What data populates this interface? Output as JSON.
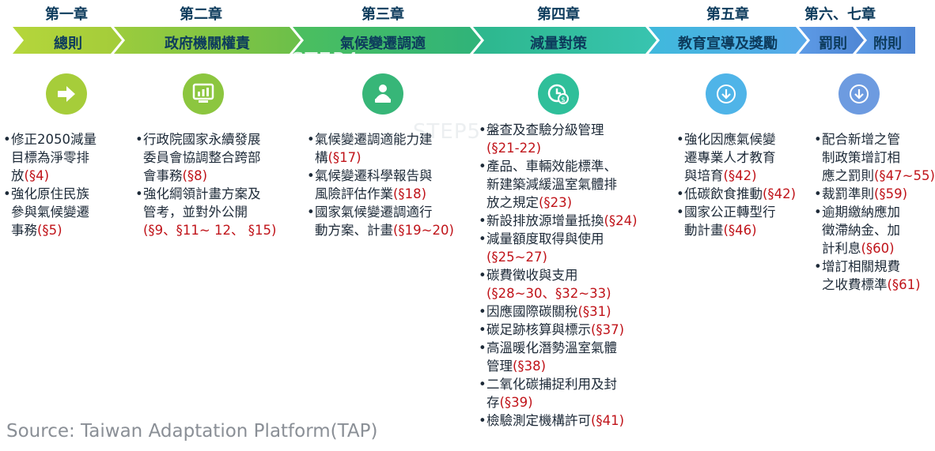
{
  "chapters": [
    {
      "heading": "第一章",
      "title": "總則"
    },
    {
      "heading": "第二章",
      "title": "政府機關權責"
    },
    {
      "heading": "第三章",
      "title": "氣候變遷調適"
    },
    {
      "heading": "第四章",
      "title": "減量對策"
    },
    {
      "heading": "第五章",
      "title": "教育宣導及獎勵"
    },
    {
      "heading": "第六、七章",
      "title": "罰則",
      "title2": "附則"
    }
  ],
  "ghost_text": {
    "step4": "STEP4",
    "step5": "STEP5"
  },
  "colors": {
    "ch1": "#a6cd3a",
    "ch2": "#8cc63f",
    "ch3": "#37b678",
    "ch4": "#2fbf9a",
    "ch5": "#4fb4e8",
    "ch6": "#5b8fd6",
    "ref": "#c0141a"
  },
  "icons": [
    "arrow-right-icon",
    "presentation-board-icon",
    "podium-speaker-icon",
    "clock-money-icon",
    "download-arrow-icon",
    "download-arrow-icon"
  ],
  "columns": [
    {
      "items": [
        {
          "lines": [
            "修正2050減量",
            "目標為淨零排",
            "放"
          ],
          "ref": "(§4)"
        },
        {
          "lines": [
            "強化原住民族",
            "參與氣候變遷",
            "事務"
          ],
          "ref": "(§5)"
        }
      ]
    },
    {
      "items": [
        {
          "lines": [
            "行政院國家永續發展",
            "委員會協調整合跨部",
            "會事務"
          ],
          "ref": "(§8)"
        },
        {
          "lines": [
            "強化綱領計畫方案及",
            "管考，並對外公開"
          ],
          "ref": "(§9、§11~ 12、 §15)"
        }
      ]
    },
    {
      "items": [
        {
          "lines": [
            "氣候變遷調適能力建",
            "構"
          ],
          "ref": "(§17)"
        },
        {
          "lines": [
            "氣候變遷科學報告與",
            "風險評估作業"
          ],
          "ref": "(§18)"
        },
        {
          "lines": [
            "國家氣候變遷調適行",
            "動方案、計畫"
          ],
          "ref": "(§19~20)"
        }
      ]
    },
    {
      "items": [
        {
          "lines": [
            "盤查及查驗分級管理"
          ],
          "ref": "(§21-22)"
        },
        {
          "lines": [
            "產品、車輛效能標準、",
            "新建築減緩溫室氣體排",
            "放之規定"
          ],
          "ref": "(§23)"
        },
        {
          "lines": [
            "新設排放源增量抵換"
          ],
          "ref": "(§24)"
        },
        {
          "lines": [
            "減量額度取得與使用"
          ],
          "ref": "(§25~27)"
        },
        {
          "lines": [
            "碳費徵收與支用"
          ],
          "ref": "(§28~30、§32~33)"
        },
        {
          "lines": [
            "因應國際碳關稅"
          ],
          "ref": "(§31)"
        },
        {
          "lines": [
            "碳足跡核算與標示"
          ],
          "ref": "(§37)"
        },
        {
          "lines": [
            "高溫暖化潛勢溫室氣體",
            "管理"
          ],
          "ref": "(§38)"
        },
        {
          "lines": [
            "二氧化碳捕捉利用及封",
            "存"
          ],
          "ref": "(§39)"
        },
        {
          "lines": [
            "檢驗測定機構許可"
          ],
          "ref": "(§41)"
        }
      ]
    },
    {
      "items": [
        {
          "lines": [
            "強化因應氣候變",
            "遷專業人才教育",
            "與培育"
          ],
          "ref": "(§42)"
        },
        {
          "lines": [
            "低碳飲食推動"
          ],
          "ref": "(§42)"
        },
        {
          "lines": [
            "國家公正轉型行",
            "動計畫"
          ],
          "ref": "(§46)"
        }
      ]
    },
    {
      "items": [
        {
          "lines": [
            "配合新增之管",
            "制政策增訂相",
            "應之罰則"
          ],
          "ref": "(§47~55)"
        },
        {
          "lines": [
            "裁罰準則"
          ],
          "ref": "(§59)"
        },
        {
          "lines": [
            "逾期繳納應加",
            "徵滯納金、加",
            "計利息"
          ],
          "ref": "(§60)"
        },
        {
          "lines": [
            "增訂相關規費",
            "之收費標準"
          ],
          "ref": "(§61)"
        }
      ]
    }
  ],
  "source": "Source: Taiwan Adaptation Platform(TAP)"
}
